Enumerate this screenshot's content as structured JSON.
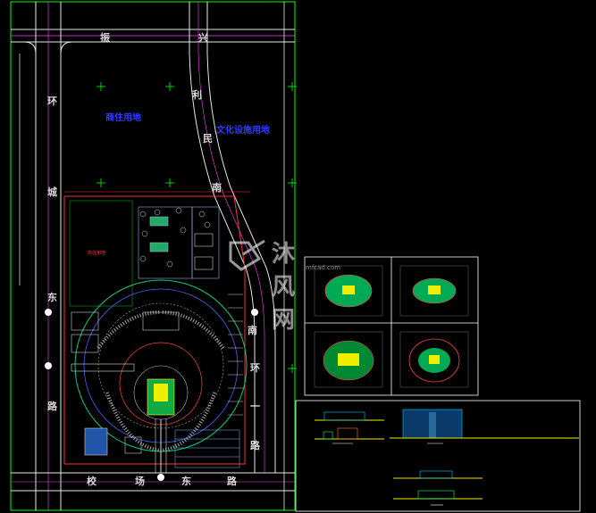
{
  "road_labels": {
    "top": [
      "振",
      "兴"
    ],
    "left_top": [
      "环",
      "城"
    ],
    "left_bottom": [
      "东",
      "路"
    ],
    "right_diag": [
      "利",
      "民",
      "南"
    ],
    "right_bottom": [
      "南",
      "环",
      "一",
      "路"
    ],
    "bottom": [
      "校",
      "场",
      "东",
      "路"
    ]
  },
  "zones": {
    "residential": "商住用地",
    "cultural": "文化设施用地",
    "small_plot": "商住用地"
  },
  "watermark": {
    "brand": "沐风网",
    "url": "mfcad.com"
  },
  "colors": {
    "background": "#000000",
    "road_line": "#e8e8e8",
    "plot_boundary": "#00ff00",
    "property_line": "#ff3030",
    "axis": "#ff40ff",
    "zone_text": "#2f3bff",
    "panel_border": "#ffffff",
    "elevation_line": "#ffff00"
  }
}
